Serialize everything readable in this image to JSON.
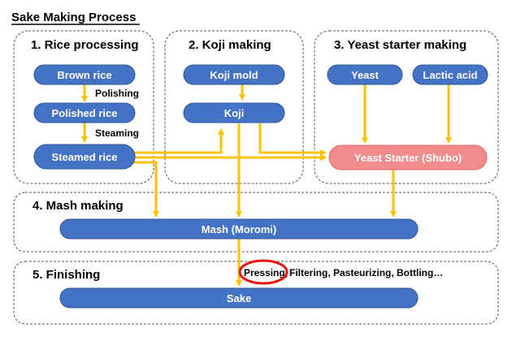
{
  "title": "Sake Making Process",
  "sections": {
    "rice": "1. Rice processing",
    "koji": "2. Koji making",
    "yeast": "3. Yeast starter making",
    "mash": "4. Mash making",
    "finishing": "5. Finishing"
  },
  "nodes": {
    "brown_rice": "Brown rice",
    "polished_rice": "Polished rice",
    "steamed_rice": "Steamed rice",
    "koji_mold": "Koji mold",
    "koji": "Koji",
    "yeast": "Yeast",
    "lactic_acid": "Lactic acid",
    "yeast_starter": "Yeast Starter (Shubo)",
    "mash": "Mash (Moromi)",
    "sake": "Sake"
  },
  "edge_labels": {
    "polishing": "Polishing",
    "steaming": "Steaming",
    "pressing": "Pressing,",
    "finishing_steps": "Filtering, Pasteurizing, Bottling…"
  },
  "colors": {
    "node_blue": "#4472C4",
    "node_pink": "#F28B8B",
    "arrow": "#FFC000",
    "highlight": "#E8140E",
    "border": "#555555"
  }
}
